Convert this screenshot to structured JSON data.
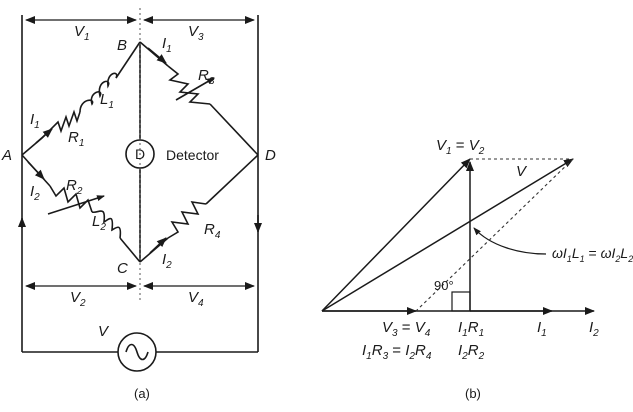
{
  "figure_a": {
    "caption": "(a)",
    "nodes": {
      "A": "A",
      "B": "B",
      "C": "C",
      "D": "D"
    },
    "voltages": {
      "v1": "V",
      "v1_sub": "1",
      "v3": "V",
      "v3_sub": "3",
      "v2": "V",
      "v2_sub": "2",
      "v4": "V",
      "v4_sub": "4"
    },
    "currents": {
      "i1_left": "I",
      "i1_left_sub": "1",
      "i2_left": "I",
      "i2_left_sub": "2",
      "i1_right": "I",
      "i1_right_sub": "1",
      "i2_right": "I",
      "i2_right_sub": "2"
    },
    "components": {
      "r1": "R",
      "r1_sub": "1",
      "l1": "L",
      "l1_sub": "1",
      "r2": "R",
      "r2_sub": "2",
      "l2": "L",
      "l2_sub": "2",
      "r3": "R",
      "r3_sub": "3",
      "r4": "R",
      "r4_sub": "4"
    },
    "detector_symbol": "D",
    "detector_label": "Detector",
    "source_label": "V"
  },
  "figure_b": {
    "caption": "(b)",
    "v1_eq_v2": {
      "a": "V",
      "a_sub": "1",
      "eq": " = ",
      "b": "V",
      "b_sub": "2"
    },
    "v_label": "V",
    "omega_eq": {
      "w1": "ωI",
      "w1_sub": "1",
      "l1": "L",
      "l1_sub": "1",
      "eq": " = ",
      "w2": "ωI",
      "w2_sub": "2",
      "l2": "L",
      "l2_sub": "2"
    },
    "angle_label": "90°",
    "v3_eq_v4": {
      "a": "V",
      "a_sub": "3",
      "eq": " = ",
      "b": "V",
      "b_sub": "4"
    },
    "i1r3_eq_i2r4": {
      "a": "I",
      "a_sub": "1",
      "b": "R",
      "b_sub": "3",
      "eq": " = ",
      "c": "I",
      "c_sub": "2",
      "d": "R",
      "d_sub": "4"
    },
    "i1r1": {
      "a": "I",
      "a_sub": "1",
      "b": "R",
      "b_sub": "1"
    },
    "i2r2": {
      "a": "I",
      "a_sub": "2",
      "b": "R",
      "b_sub": "2"
    },
    "i1_axis": {
      "a": "I",
      "a_sub": "1"
    },
    "i2_axis": {
      "a": "I",
      "a_sub": "2"
    }
  }
}
